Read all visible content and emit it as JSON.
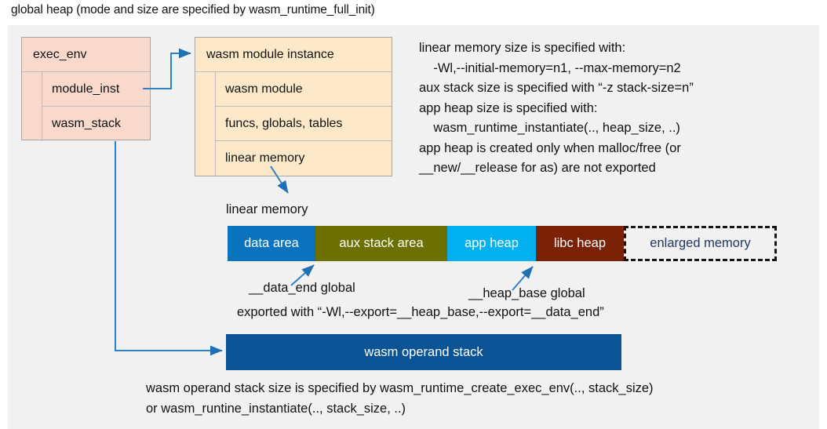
{
  "title": "global heap (mode and size are specified by wasm_runtime_full_init)",
  "exec_env": {
    "header": "exec_env",
    "rows": [
      "module_inst",
      "wasm_stack"
    ]
  },
  "module_instance": {
    "header": "wasm module instance",
    "rows": [
      "wasm module",
      "funcs, globals, tables",
      "linear memory"
    ]
  },
  "notes": {
    "right_block": "linear memory size is specified with:\n    -Wl,--initial-memory=n1, --max-memory=n2\naux stack size is specified with “-z stack-size=n”\napp heap size is specified with:\n    wasm_runtime_instantiate(.., heap_size, ..)\napp heap is created only when malloc/free (or\n__new/__release for as) are not exported",
    "bottom_block": "wasm operand stack size is specified by wasm_runtime_create_exec_env(.., stack_size)\nor wasm_runtine_instantiate(.., stack_size, ..)"
  },
  "linear_memory": {
    "label": "linear memory",
    "segments": [
      {
        "label": "data area",
        "color": "#0b72bd",
        "width": 112,
        "text_color": "#ffffff",
        "dashed": false
      },
      {
        "label": "aux stack area",
        "color": "#6b7001",
        "width": 168,
        "text_color": "#ffffff",
        "dashed": false
      },
      {
        "label": "app heap",
        "color": "#00b0ef",
        "width": 113,
        "text_color": "#ffffff",
        "dashed": false
      },
      {
        "label": "libc heap",
        "color": "#7b2206",
        "width": 112,
        "text_color": "#ffffff",
        "dashed": false
      },
      {
        "label": "enlarged memory",
        "color": "#f1f1f1",
        "width": 195,
        "text_color": "#1f3864",
        "dashed": true
      }
    ]
  },
  "annotations": {
    "data_end": "__data_end global",
    "heap_base": "__heap_base global",
    "exported": "exported with “-Wl,--export=__heap_base,--export=__data_end”"
  },
  "operand_stack": {
    "label": "wasm operand stack",
    "color": "#0b5394"
  },
  "colors": {
    "panel_bg": "#f1f1f1",
    "exec_env_fill": "#fad9cd",
    "module_fill": "#fde9c9",
    "arrow": "#2e81c8",
    "border": "#a6a6a6"
  }
}
